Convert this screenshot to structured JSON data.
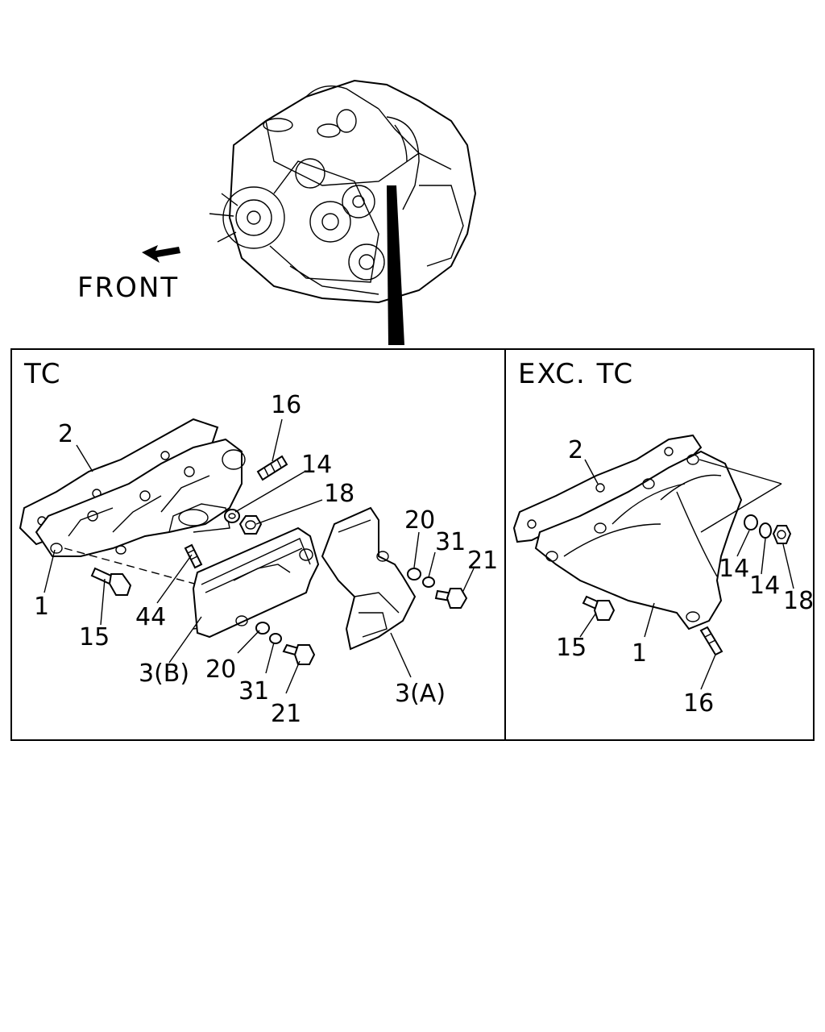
{
  "orientation_label": "FRONT",
  "panels": {
    "tc": {
      "title": "TC",
      "callouts": [
        "2",
        "16",
        "14",
        "18",
        "1",
        "15",
        "44",
        "3(B)",
        "20",
        "31",
        "21",
        "20",
        "31",
        "21",
        "3(A)"
      ]
    },
    "exc_tc": {
      "title": "EXC. TC",
      "callouts": [
        "2",
        "14",
        "14",
        "18",
        "15",
        "1",
        "16"
      ]
    }
  },
  "icons": {
    "front_arrow": "arrow-down-left-icon"
  }
}
